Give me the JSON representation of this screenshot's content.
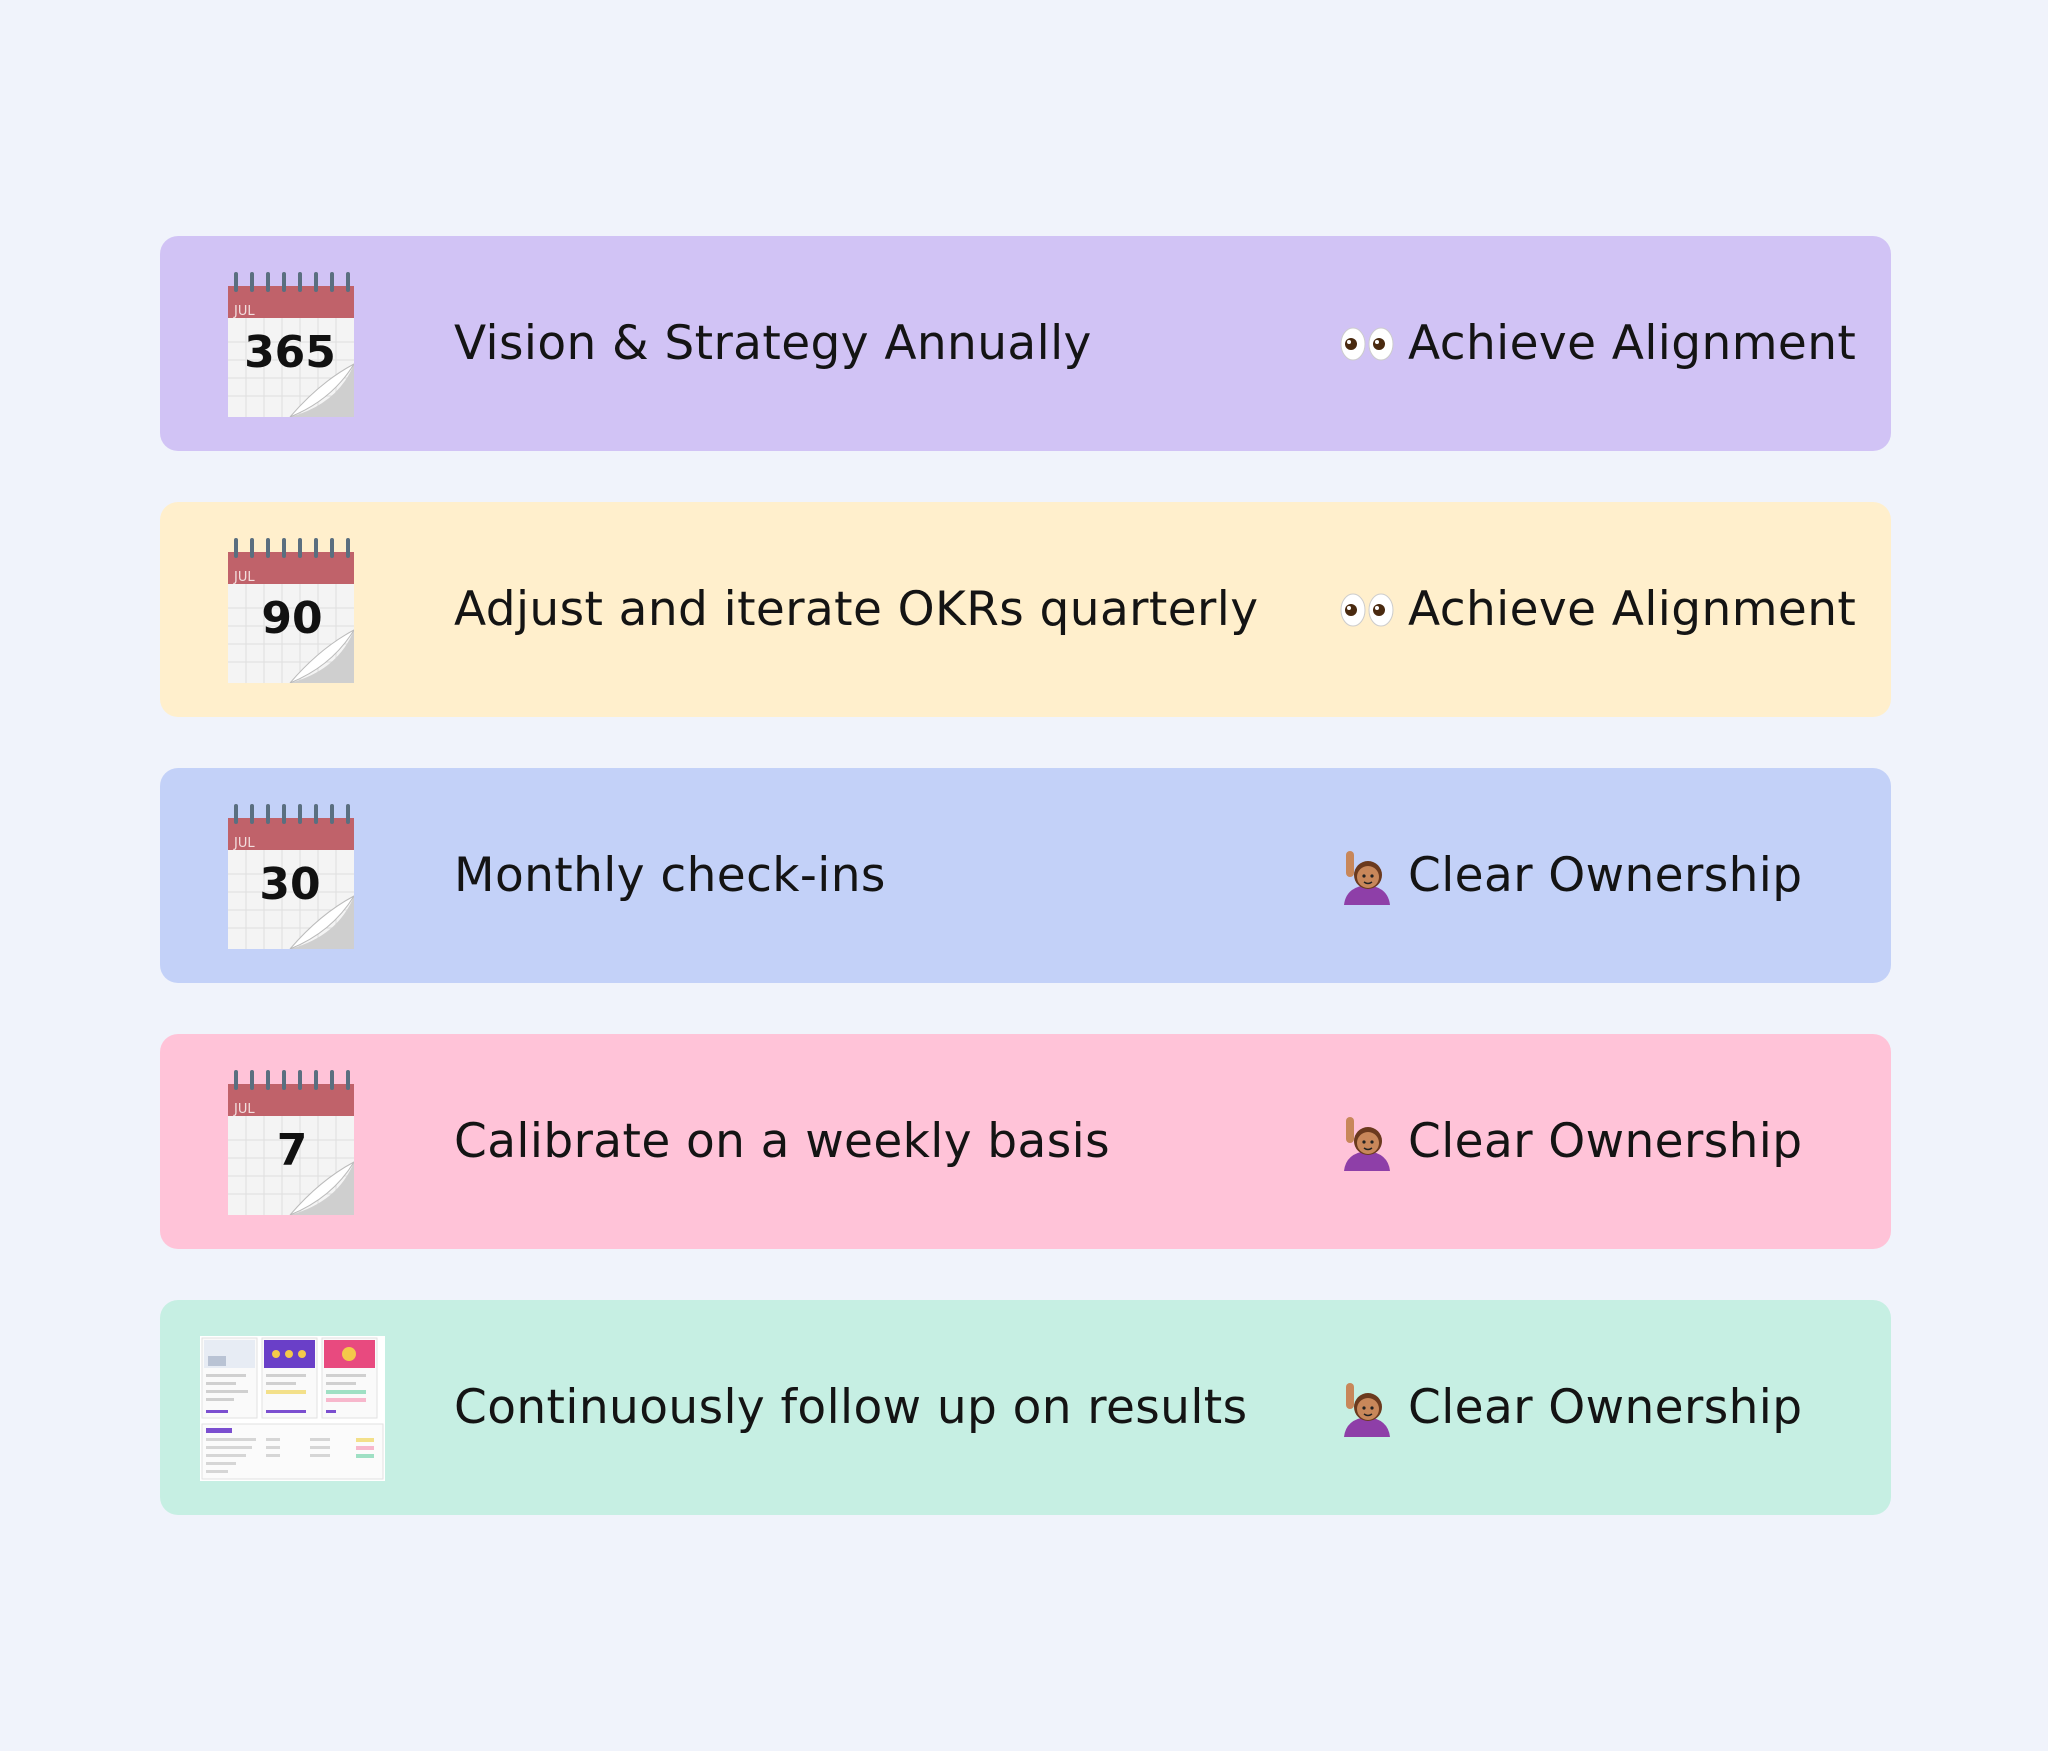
{
  "rows": [
    {
      "bg": "#d1c3f5",
      "icon": "calendar-icon",
      "cal_month": "JUL",
      "cal_number": "365",
      "title": "Vision & Strategy Annually",
      "tag_icon": "eyes-icon",
      "tag": "Achieve Alignment"
    },
    {
      "bg": "#ffefcc",
      "icon": "calendar-icon",
      "cal_month": "JUL",
      "cal_number": "90",
      "title": "Adjust and iterate OKRs quarterly",
      "tag_icon": "eyes-icon",
      "tag": "Achieve Alignment"
    },
    {
      "bg": "#c3d1f8",
      "icon": "calendar-icon",
      "cal_month": "JUL",
      "cal_number": "30",
      "title": "Monthly check-ins",
      "tag_icon": "raising-hand-icon",
      "tag": "Clear Ownership"
    },
    {
      "bg": "#ffc3d8",
      "icon": "calendar-icon",
      "cal_month": "JUL",
      "cal_number": "7",
      "title": "Calibrate on a weekly basis",
      "tag_icon": "raising-hand-icon",
      "tag": "Clear Ownership"
    },
    {
      "bg": "#c6efe3",
      "icon": "dashboard-thumbnail-icon",
      "title": "Continuously follow up on results",
      "tag_icon": "raising-hand-icon",
      "tag": "Clear Ownership"
    }
  ]
}
